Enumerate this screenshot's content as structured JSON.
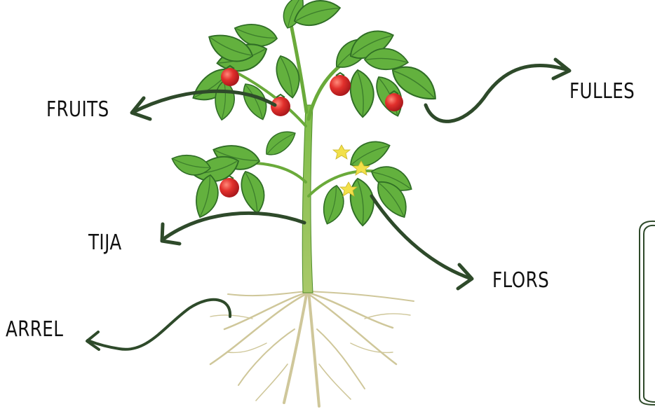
{
  "labels": {
    "fruits": "FRUITS",
    "fulles": "FULLES",
    "tija": "TIJA",
    "flors": "FLORS",
    "arrel": "ARREL"
  },
  "colors": {
    "arrow": "#2e4a2a",
    "leaf": "#5ca83a",
    "leaf_dark": "#2f6d25",
    "stem": "#6fae3c",
    "root": "#cfc79a",
    "fruit": "#d8262a",
    "flower": "#f2e04a",
    "bg": "#ffffff"
  }
}
